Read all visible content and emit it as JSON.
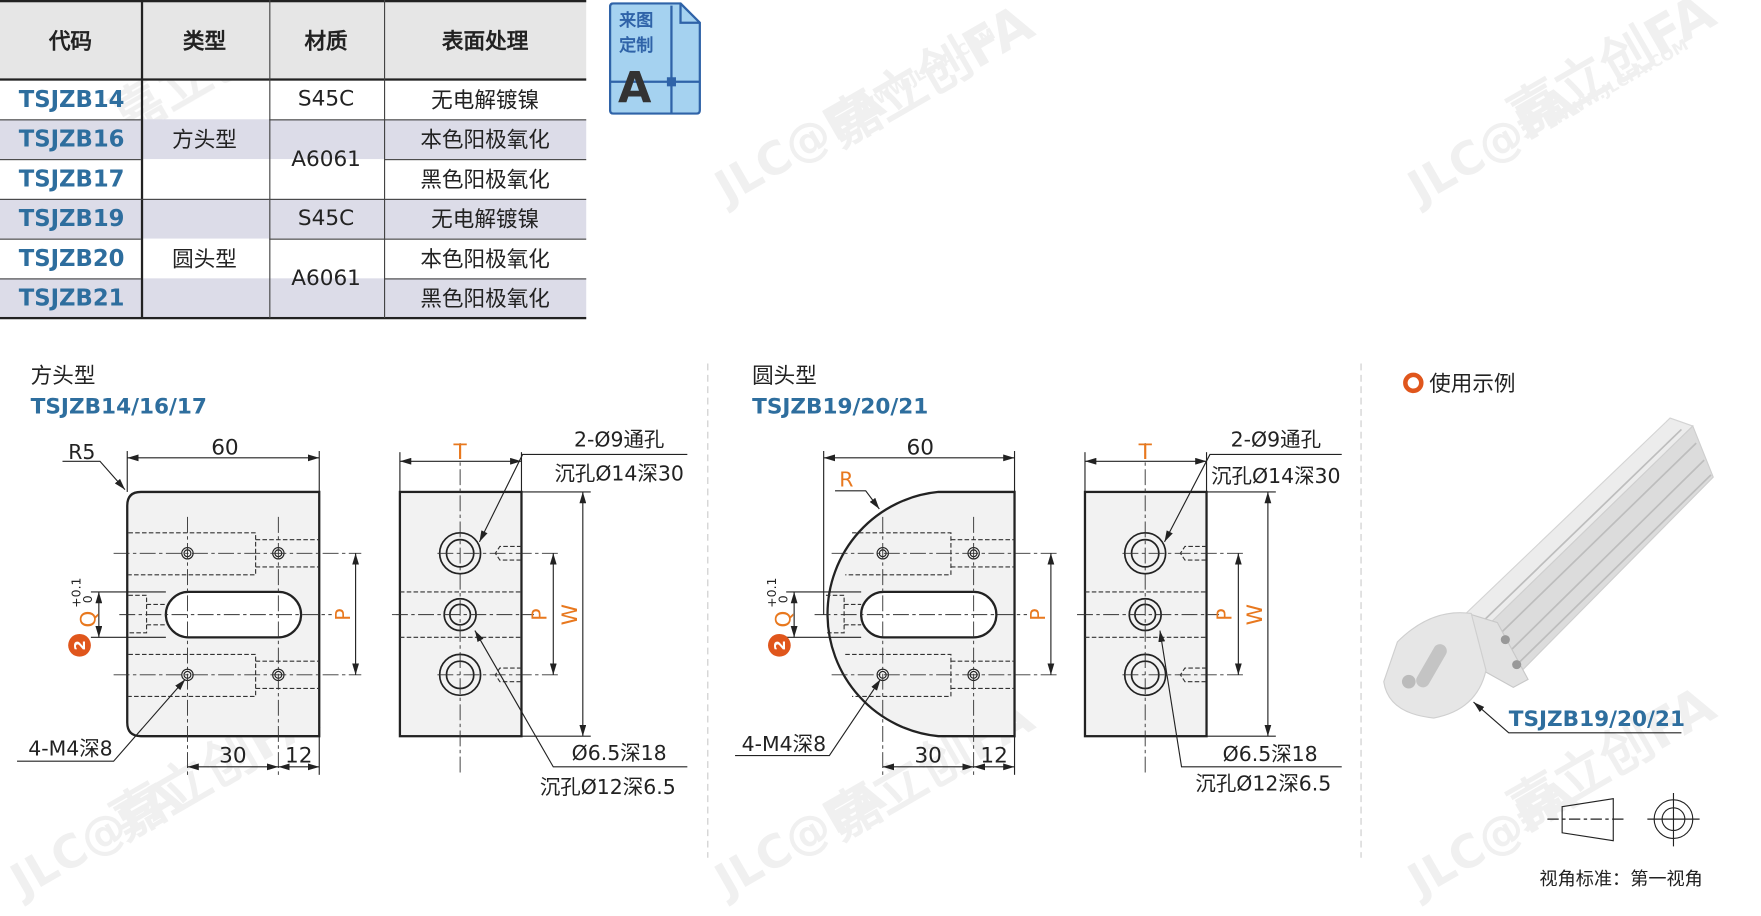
{
  "table": {
    "headers": [
      "代码",
      "类型",
      "材质",
      "表面处理"
    ],
    "codes": [
      "TSJZB14",
      "TSJZB16",
      "TSJZB17",
      "TSJZB19",
      "TSJZB20",
      "TSJZB21"
    ],
    "types": [
      "方头型",
      "圆头型"
    ],
    "materials": [
      "S45C",
      "A6061",
      "S45C",
      "A6061"
    ],
    "surfaces": [
      "无电解镀镍",
      "本色阳极氧化",
      "黑色阳极氧化",
      "无电解镀镍",
      "本色阳极氧化",
      "黑色阳极氧化"
    ]
  },
  "badge": {
    "line1": "来图",
    "line2": "定制",
    "letter": "A"
  },
  "square_section": {
    "title": "方头型",
    "models": "TSJZB14/16/17",
    "dim_width": "60",
    "radius": "R5",
    "dim_30": "30",
    "dim_12": "12",
    "tapped_holes": "4-M4深8",
    "q_label": "Q",
    "q_tol_upper": "+0.1",
    "q_tol_lower": "0",
    "badge_num": "2",
    "p_label": "P",
    "t_label": "T",
    "w_label": "W",
    "through_hole": "2-Ø9通孔",
    "through_cbore": "沉孔Ø14深30",
    "hole_65": "Ø6.5深18",
    "hole_65_cbore": "沉孔Ø12深6.5"
  },
  "round_section": {
    "title": "圆头型",
    "models": "TSJZB19/20/21",
    "dim_width": "60",
    "radius": "R",
    "dim_30": "30",
    "dim_12": "12",
    "tapped_holes": "4-M4深8",
    "q_label": "Q",
    "q_tol_upper": "+0.1",
    "q_tol_lower": "0",
    "badge_num": "2",
    "p_label": "P",
    "t_label": "T",
    "w_label": "W",
    "through_hole": "2-Ø9通孔",
    "through_cbore": "沉孔Ø14深30",
    "hole_65": "Ø6.5深18",
    "hole_65_cbore": "沉孔Ø12深6.5"
  },
  "usage": {
    "title": "使用示例",
    "callout": "TSJZB19/20/21",
    "view_standard": "视角标准：第一视角"
  },
  "watermark": {
    "brand": "嘉立创FA",
    "url": "WWW.JLCFA.COM",
    "logo": "JLC@FA"
  },
  "colors": {
    "accent_blue": "#2e6e9e",
    "dim_orange": "#e8781e",
    "row_shade": "#dcdce8"
  }
}
